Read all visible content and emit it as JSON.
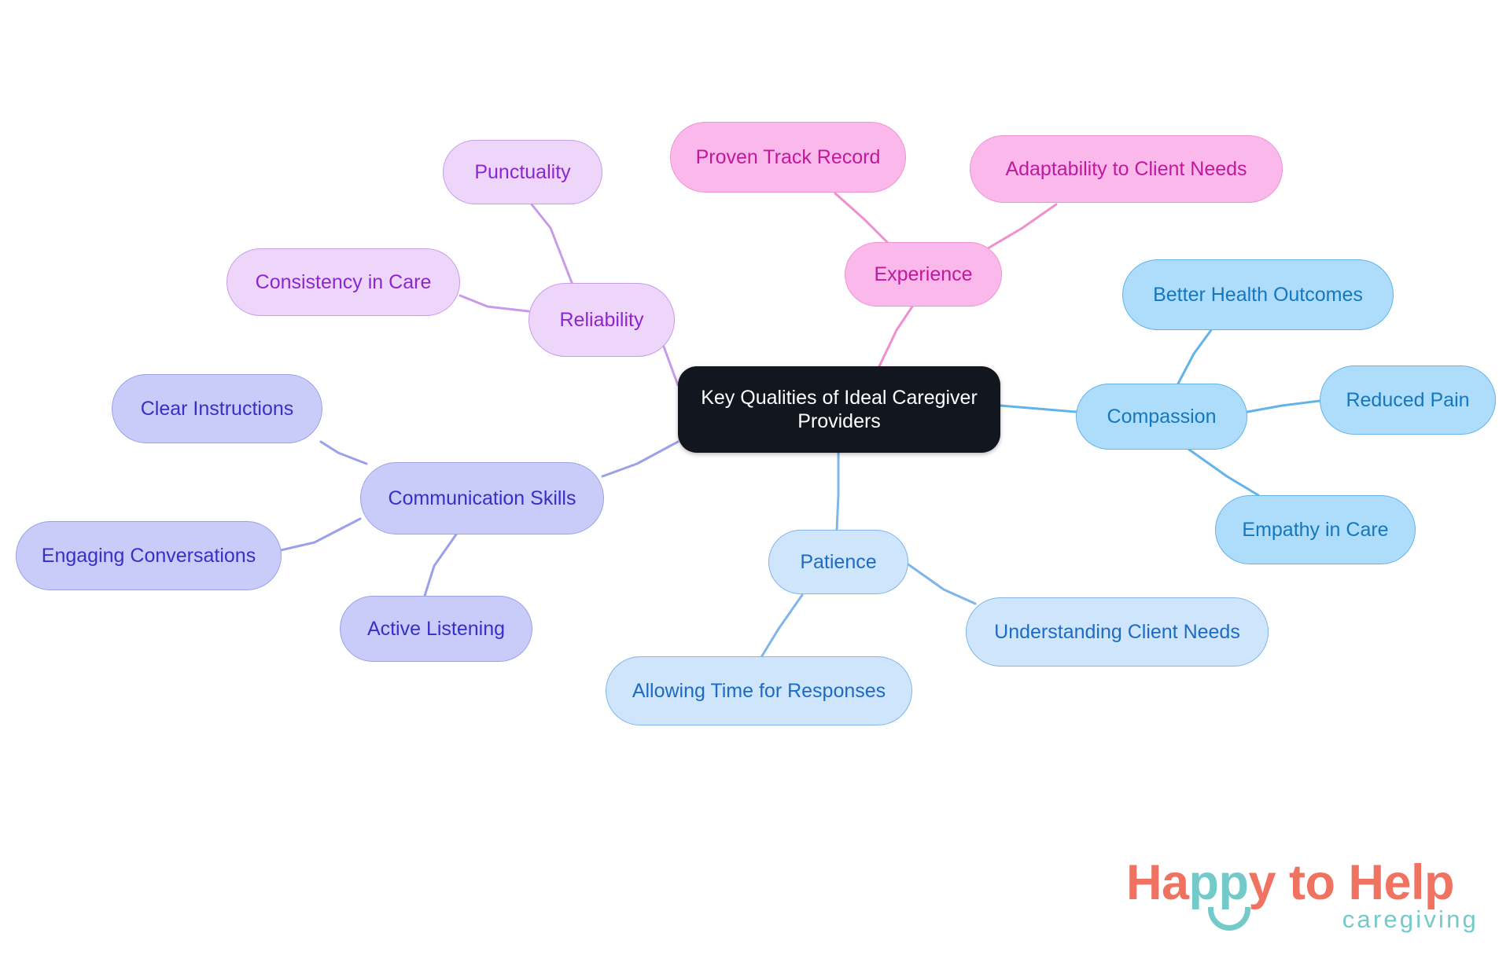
{
  "diagram": {
    "type": "mindmap",
    "title": "Key Qualities of Ideal Caregiver Providers",
    "background": "#ffffff",
    "root": {
      "label": "Key Qualities of Ideal Caregiver Providers",
      "fill": "#12161f",
      "text": "#ffffff"
    },
    "branches": [
      {
        "label": "Reliability",
        "fill": "#eed5fa",
        "border": "#c89beb",
        "text": "#8c26cf",
        "edge": "#c79be9",
        "children": [
          {
            "label": "Punctuality"
          },
          {
            "label": "Consistency in Care"
          }
        ]
      },
      {
        "label": "Experience",
        "fill": "#fbb8ea",
        "border": "#ef93d5",
        "text": "#c2189c",
        "edge": "#ef8ed1",
        "children": [
          {
            "label": "Proven Track Record"
          },
          {
            "label": "Adaptability to Client Needs"
          }
        ]
      },
      {
        "label": "Communication Skills",
        "fill": "#c9cbf8",
        "border": "#9ba1e9",
        "text": "#3730c8",
        "edge": "#9ba1e9",
        "children": [
          {
            "label": "Clear Instructions"
          },
          {
            "label": "Engaging Conversations"
          },
          {
            "label": "Active Listening"
          }
        ]
      },
      {
        "label": "Compassion",
        "fill": "#aedcfb",
        "border": "#62b3e8",
        "text": "#1577bd",
        "edge": "#62b3e8",
        "children": [
          {
            "label": "Better Health Outcomes"
          },
          {
            "label": "Reduced Pain"
          },
          {
            "label": "Empathy in Care"
          }
        ]
      },
      {
        "label": "Patience",
        "fill": "#cfe5fc",
        "border": "#7fb5e8",
        "text": "#1c6bc4",
        "edge": "#7fb5e8",
        "children": [
          {
            "label": "Understanding Client Needs"
          },
          {
            "label": "Allowing Time for Responses"
          }
        ]
      }
    ]
  },
  "logo": {
    "part1": "Ha",
    "part2": "pp",
    "part3": "y to Help",
    "tagline": "caregiving",
    "coral": "#f07362",
    "teal": "#74cac8"
  }
}
